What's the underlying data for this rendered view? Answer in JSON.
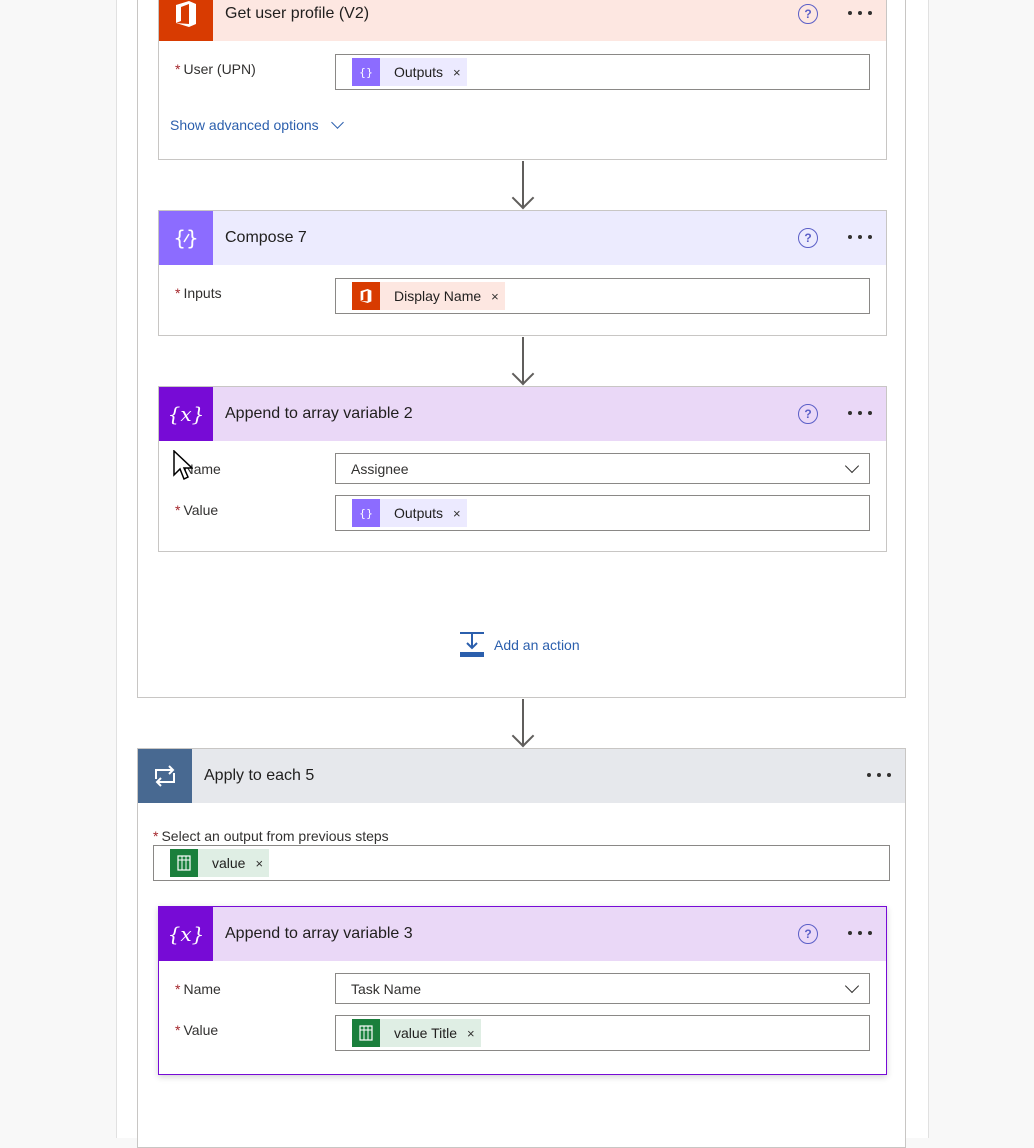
{
  "colors": {
    "office_orange": "#d83b01",
    "compose_purple": "#8c6cff",
    "variable_purple": "#770bd6",
    "loop_slate": "#486991",
    "excel_green": "#1a7f3c",
    "link_blue": "#2b5fad",
    "required_red": "#a4262c"
  },
  "cards": {
    "get_user_profile": {
      "title": "Get user profile (V2)",
      "icon": "office-icon",
      "user_label": "User (UPN)",
      "user_token": "Outputs",
      "show_advanced": "Show advanced options"
    },
    "compose": {
      "title": "Compose 7",
      "icon": "compose-icon",
      "inputs_label": "Inputs",
      "inputs_token": "Display Name"
    },
    "append_2": {
      "title": "Append to array variable 2",
      "icon": "variable-icon",
      "name_label": "Name",
      "name_value": "Assignee",
      "value_label": "Value",
      "value_token": "Outputs"
    },
    "apply_each": {
      "title": "Apply to each 5",
      "icon": "loop-icon",
      "select_label": "Select an output from previous steps",
      "select_token": "value"
    },
    "append_3": {
      "title": "Append to array variable 3",
      "icon": "variable-icon",
      "name_label": "Name",
      "name_value": "Task Name",
      "value_label": "Value",
      "value_token": "value Title"
    }
  },
  "add_action": "Add an action",
  "required_mark": "*",
  "token_remove": "×"
}
